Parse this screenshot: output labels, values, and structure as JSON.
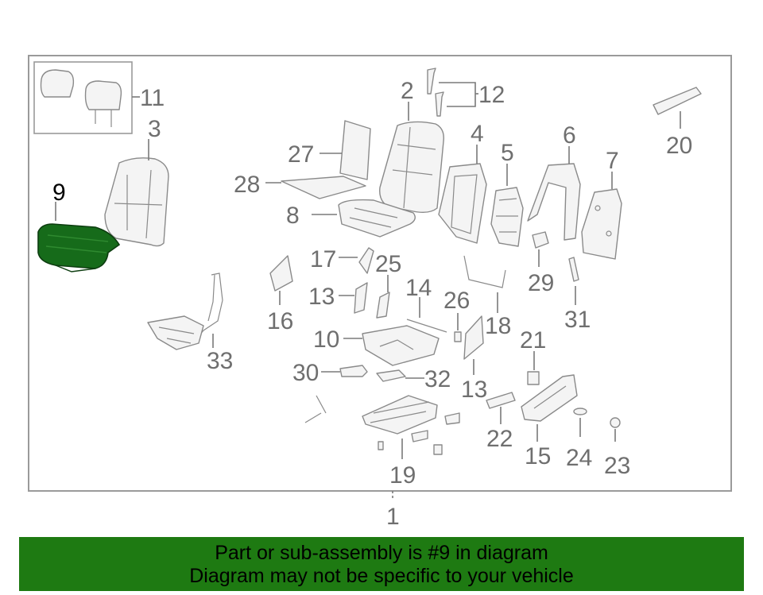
{
  "diagram": {
    "callouts": {
      "c1": "1",
      "c2": "2",
      "c3": "3",
      "c4": "4",
      "c5": "5",
      "c6": "6",
      "c7": "7",
      "c8": "8",
      "c9": "9",
      "c10": "10",
      "c11": "11",
      "c12": "12",
      "c13a": "13",
      "c13b": "13",
      "c14": "14",
      "c15": "15",
      "c16": "16",
      "c17": "17",
      "c18": "18",
      "c19": "19",
      "c20": "20",
      "c21": "21",
      "c22": "22",
      "c23": "23",
      "c24": "24",
      "c25": "25",
      "c26": "26",
      "c27": "27",
      "c28": "28",
      "c29": "29",
      "c30": "30",
      "c31": "31",
      "c32": "32",
      "c33": "33"
    },
    "highlight_color": "#166b1a"
  },
  "banner": {
    "line1": "Part or sub-assembly is #9 in diagram",
    "line2": "Diagram may not be specific to your vehicle",
    "background": "#1e7a12"
  }
}
